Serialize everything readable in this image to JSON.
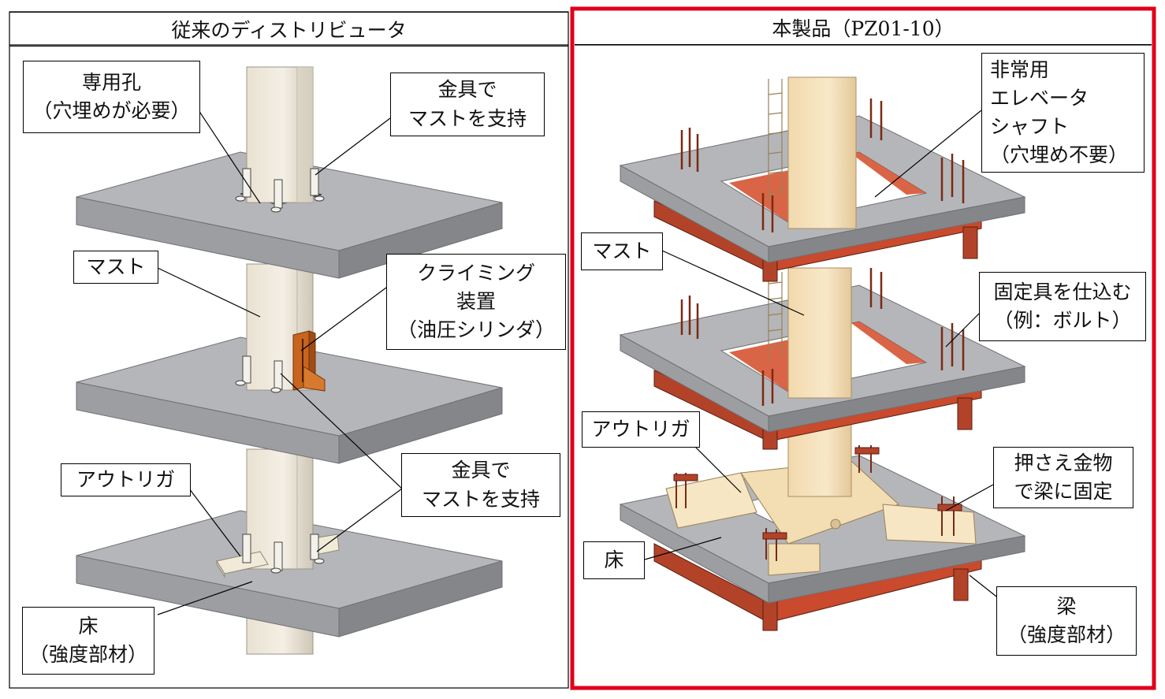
{
  "left_panel": {
    "title": "従来のディストリビュータ",
    "labels": {
      "hole": [
        "専用孔",
        "（穴埋めが必要）"
      ],
      "bracket_top": [
        "金具で",
        "マストを支持"
      ],
      "mast": [
        "マスト"
      ],
      "climbing": [
        "クライミング",
        "装置",
        "（油圧シリンダ）"
      ],
      "outrigger": [
        "アウトリガ"
      ],
      "bracket_bottom": [
        "金具で",
        "マストを支持"
      ],
      "floor": [
        "床",
        "（強度部材）"
      ]
    }
  },
  "right_panel": {
    "title": "本製品（PZ01-10）",
    "highlight_color": "#e0001b",
    "labels": {
      "shaft": [
        "非常用",
        "エレベータ",
        "シャフト",
        "（穴埋め不要）"
      ],
      "mast": [
        "マスト"
      ],
      "fixture": [
        "固定具を仕込む",
        "（例：ボルト）"
      ],
      "outrigger": [
        "アウトリガ"
      ],
      "clamp": [
        "押さえ金物",
        "で梁に固定"
      ],
      "floor": [
        "床"
      ],
      "beam": [
        "梁",
        "（強度部材）"
      ]
    }
  },
  "colors": {
    "slab_top": "#b4b5b9",
    "slab_side": "#8a8b8f",
    "mast": "#efe9dd",
    "mast_shade": "#d6cfbf",
    "cream": "#f5e1bb",
    "beam": "#c94a2c",
    "rod": "#9a3a1c"
  }
}
